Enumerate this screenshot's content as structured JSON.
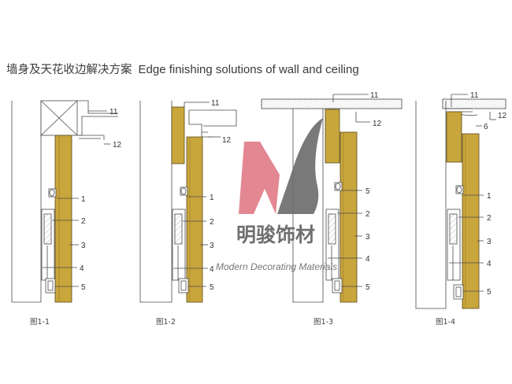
{
  "title": {
    "cn": "墙身及天花收边解决方案",
    "en": "Edge finishing solutions of wall and ceiling"
  },
  "figures": [
    {
      "caption": "图1-1",
      "labels": [
        "11",
        "12",
        "1",
        "2",
        "3",
        "4",
        "5"
      ]
    },
    {
      "caption": "图1-2",
      "labels": [
        "11",
        "12",
        "1",
        "2",
        "3",
        "4",
        "5"
      ]
    },
    {
      "caption": "图1-3",
      "labels": [
        "11",
        "12",
        "5",
        "2",
        "3",
        "4",
        "5"
      ]
    },
    {
      "caption": "图1-4",
      "labels": [
        "11",
        "12",
        "6",
        "1",
        "2",
        "3",
        "4",
        "5"
      ]
    }
  ],
  "watermark": {
    "cn": "明骏饰材",
    "en": "Modern Decorating Materials"
  },
  "colors": {
    "panel": "#c9a63c",
    "panel_stroke": "#5a4a1a",
    "line": "#4a4a4a",
    "wm_red": "#e07a86",
    "wm_gray": "#6e6e6e"
  }
}
